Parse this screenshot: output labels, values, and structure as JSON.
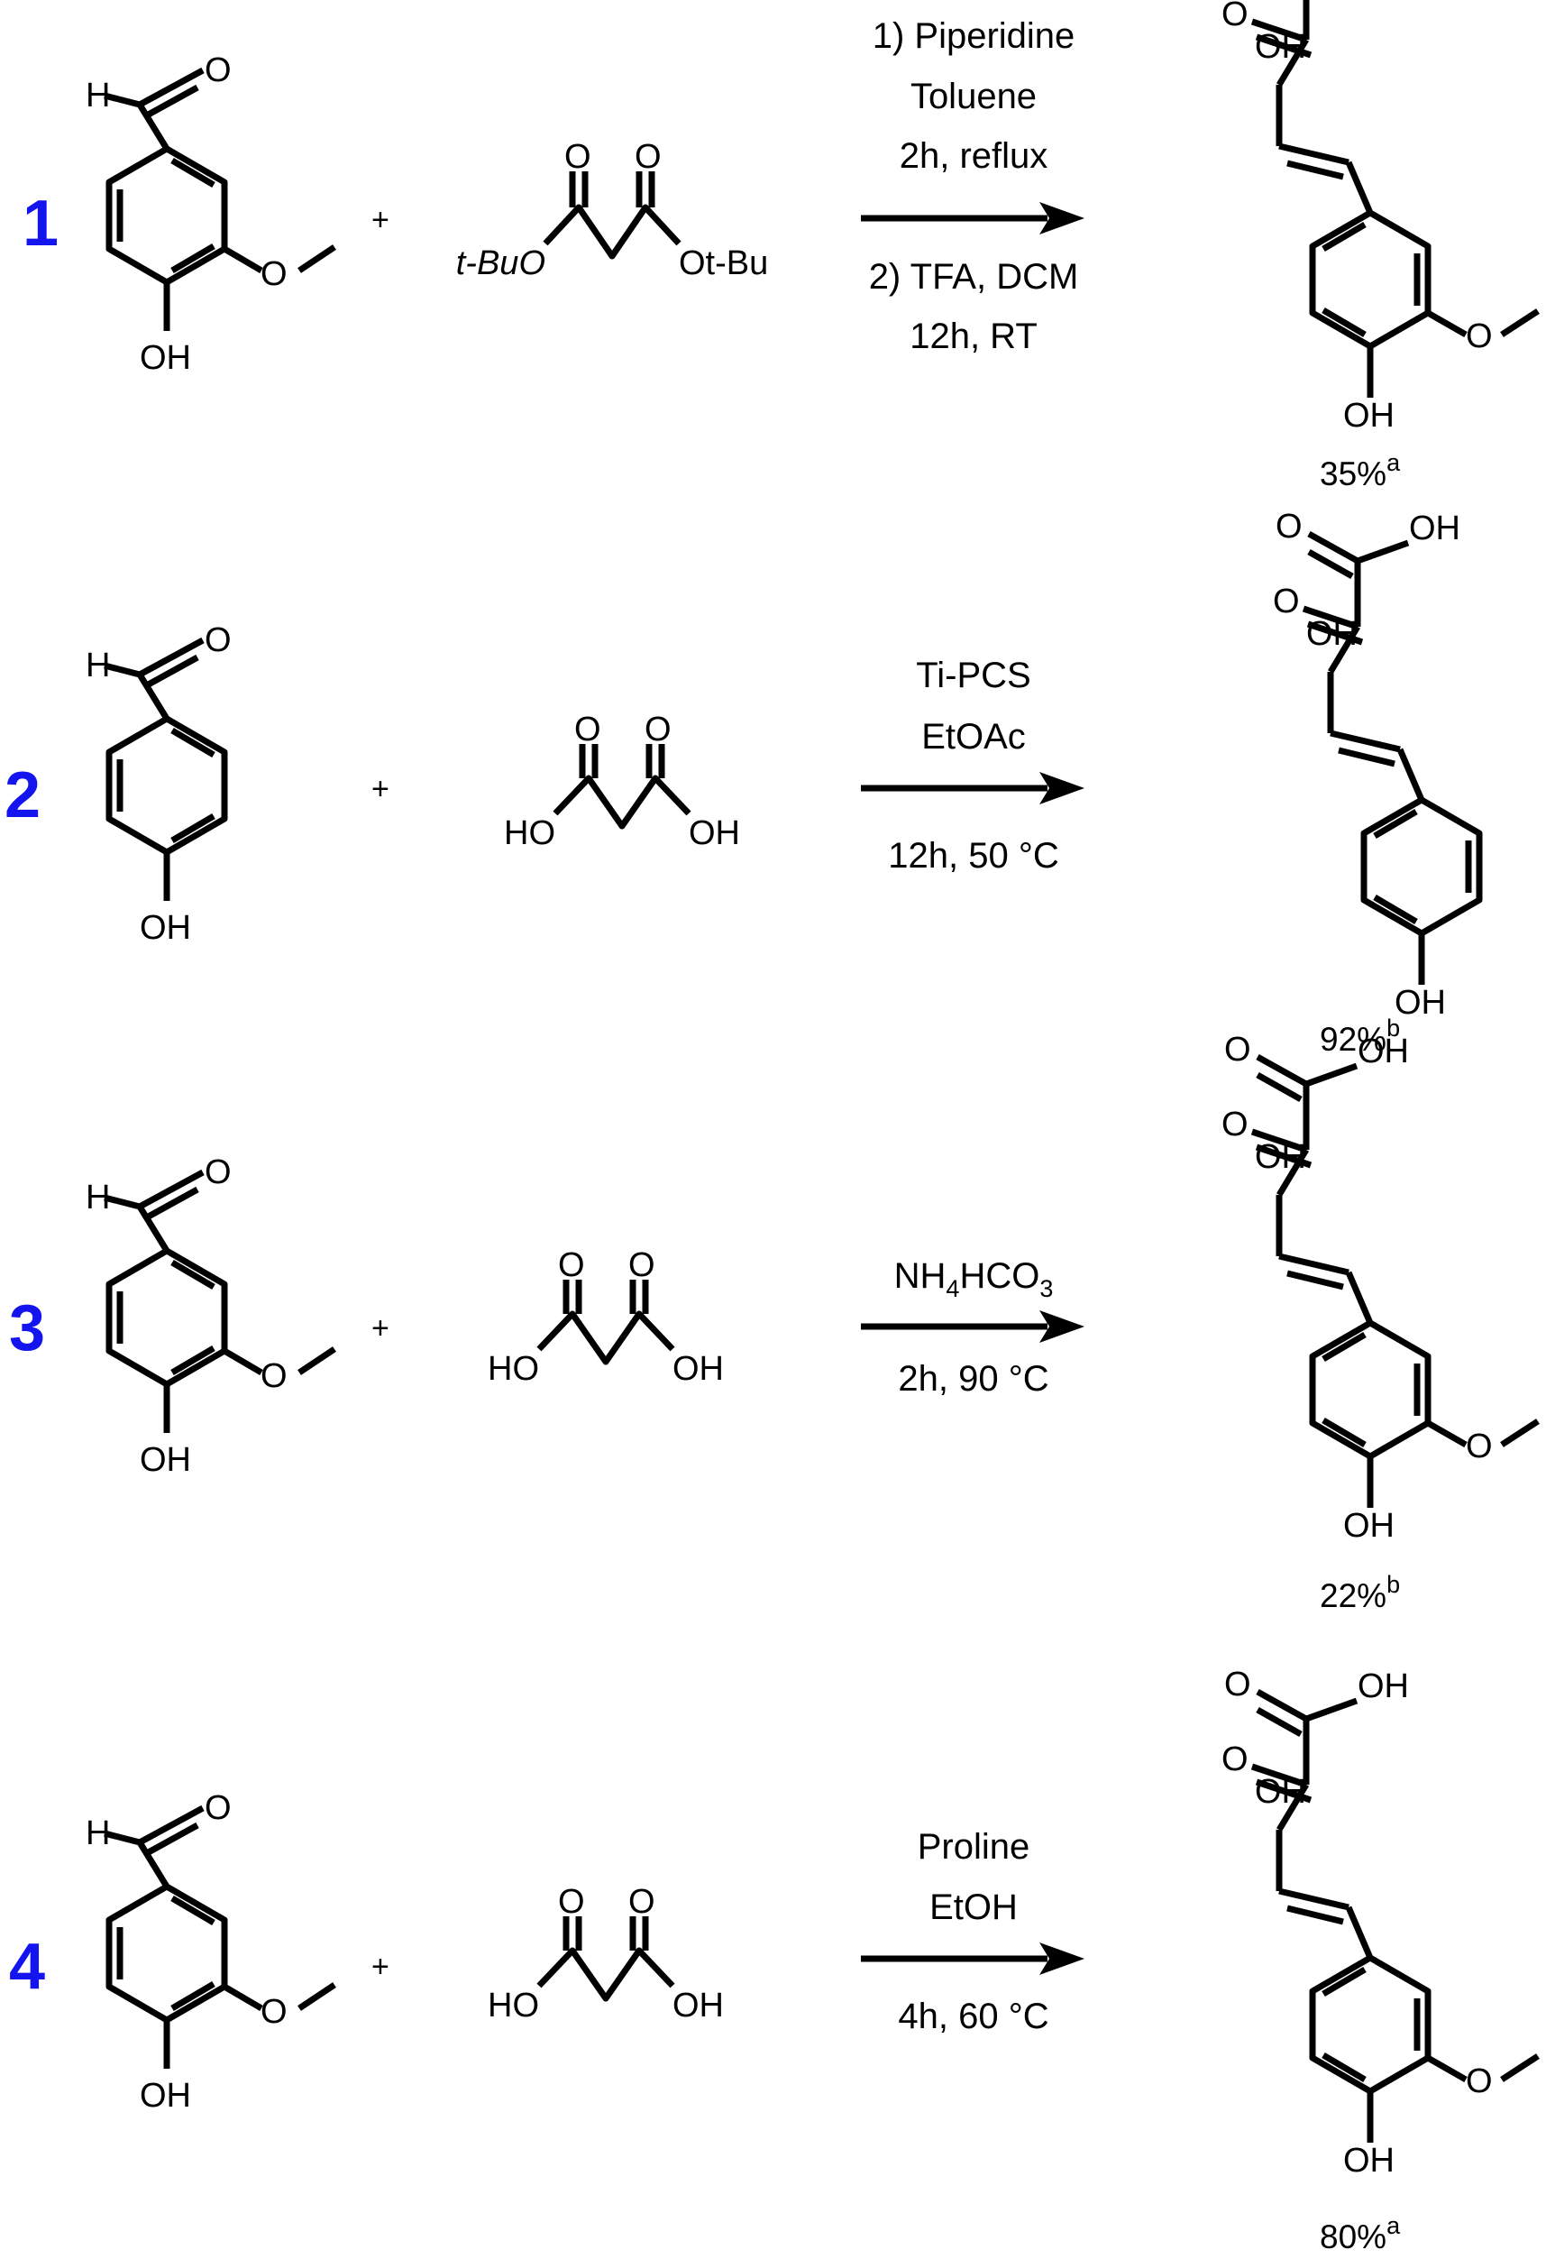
{
  "labels": {
    "oh": "OH",
    "ho": "HO",
    "o": "O",
    "h": "H",
    "plus": "+",
    "tbuo": "t-BuO",
    "otbu": "Ot-Bu"
  },
  "reactions": [
    {
      "number": "1",
      "conditions_above": [
        "1) Piperidine",
        "Toluene",
        "2h, reflux"
      ],
      "conditions_below": [
        "2) TFA, DCM",
        "12h, RT"
      ],
      "yield": "35%",
      "yield_note": "a"
    },
    {
      "number": "2",
      "conditions_above": [
        "Ti-PCS",
        "EtOAc"
      ],
      "conditions_below": [
        "12h, 50 °C"
      ],
      "yield": "92%",
      "yield_note": "b"
    },
    {
      "number": "3",
      "conditions_above": [
        "NH4HCO3"
      ],
      "conditions_below": [
        "2h, 90 °C"
      ],
      "yield": "22%",
      "yield_note": "b"
    },
    {
      "number": "4",
      "conditions_above": [
        "Proline",
        "EtOH"
      ],
      "conditions_below": [
        "4h, 60 °C"
      ],
      "yield": "80%",
      "yield_note": "a"
    }
  ]
}
